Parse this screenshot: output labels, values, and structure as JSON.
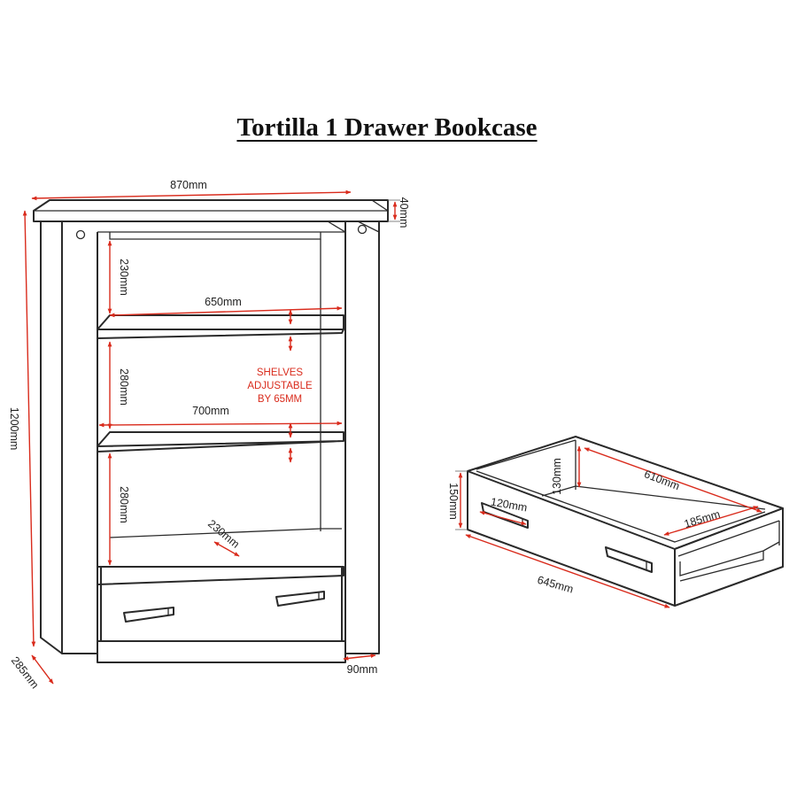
{
  "title": "Tortilla 1 Drawer Bookcase",
  "colors": {
    "dimension": "#d92b1c",
    "outline": "#2a2a2a",
    "text": "#222222"
  },
  "bookcase": {
    "overall_width": "870mm",
    "top_thickness": "40mm",
    "overall_height": "1200mm",
    "depth": "285mm",
    "leg_width": "90mm",
    "top_shelf_gap": "230mm",
    "top_shelf_width": "650mm",
    "middle_shelf_gap": "280mm",
    "middle_shelf_width": "700mm",
    "bottom_shelf_gap": "280mm",
    "shelf_depth": "230mm",
    "note": [
      "SHELVES",
      "ADJUSTABLE",
      "BY 65MM"
    ]
  },
  "drawer": {
    "height": "150mm",
    "inner_height": "130mm",
    "inner_length": "610mm",
    "handle_width": "120mm",
    "inner_depth": "185mm",
    "overall_length": "645mm"
  }
}
